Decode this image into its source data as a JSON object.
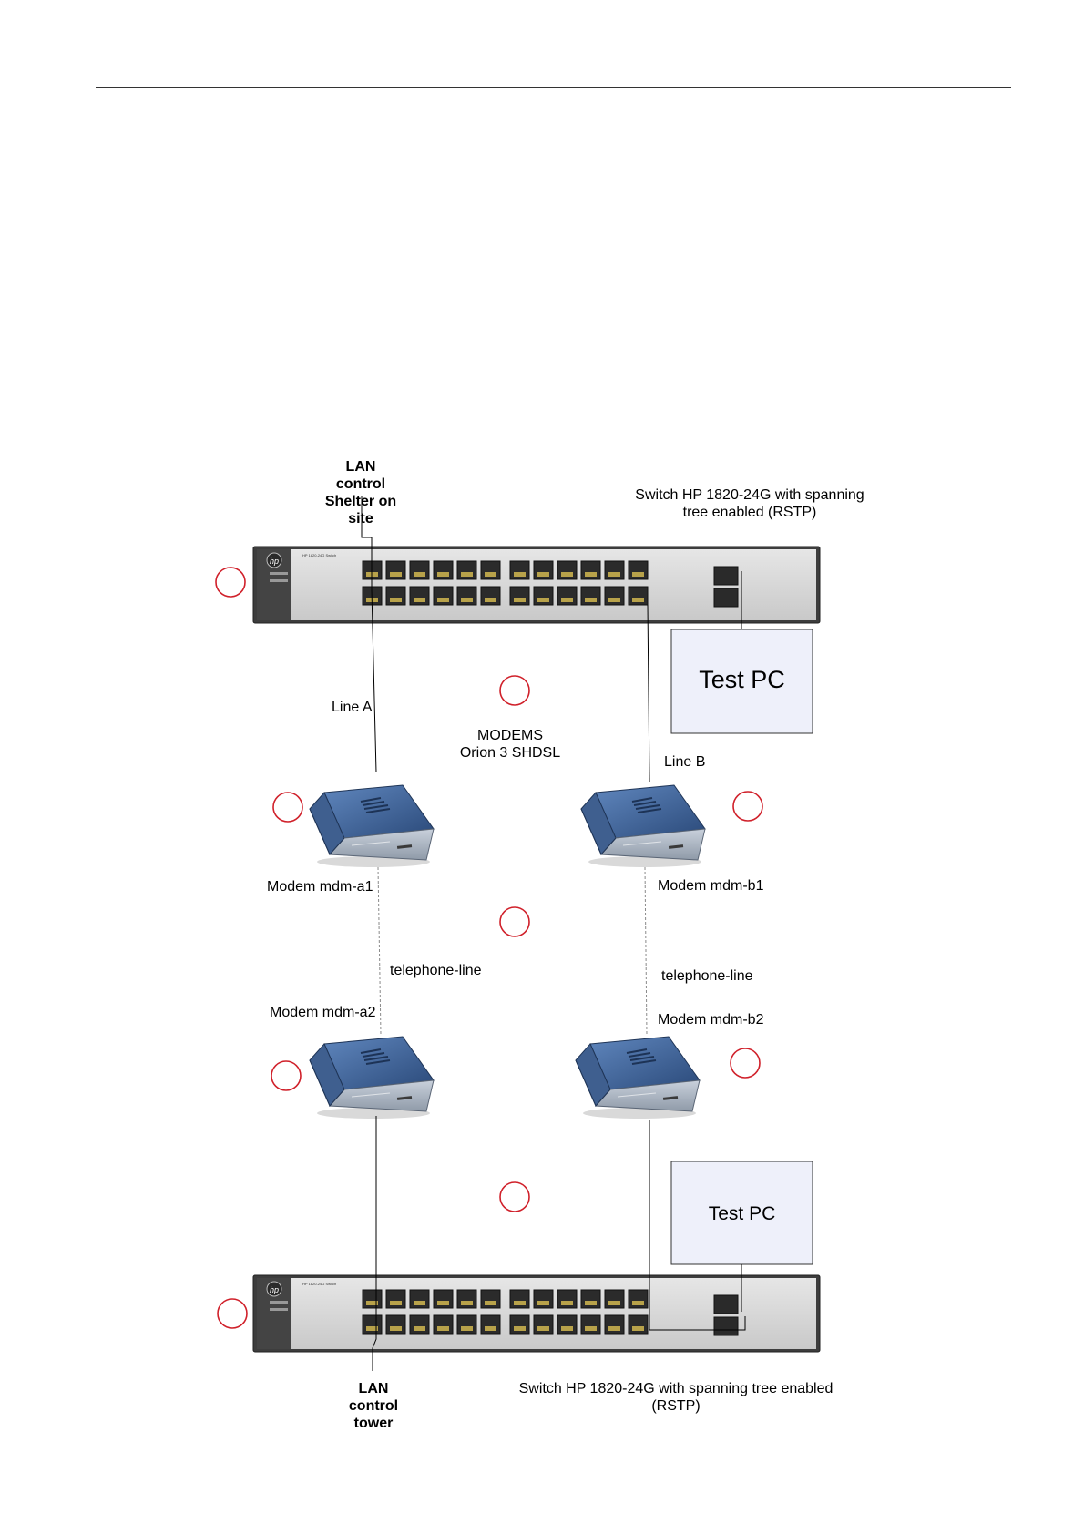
{
  "top_switch": {
    "label_line1": "Switch HP 1820-24G with spanning",
    "label_line2": "tree enabled (RSTP)",
    "brand": "hp",
    "model": "HP 1820-24G Switch"
  },
  "bottom_switch": {
    "label_line1": "Switch HP 1820-24G with spanning tree enabled",
    "label_line2": "(RSTP)",
    "brand": "hp",
    "model": "HP 1820-24G Switch"
  },
  "lan_top": {
    "line1": "LAN",
    "line2": "control",
    "line3": "Shelter on",
    "line4": "site"
  },
  "lan_bottom": {
    "line1": "LAN",
    "line2": "control",
    "line3": "tower"
  },
  "test_pc_top": "Test PC",
  "test_pc_bottom": "Test PC",
  "line_a": "Line A",
  "line_b": "Line B",
  "modems": {
    "line1": "MODEMS",
    "line2": "Orion 3 SHDSL"
  },
  "modem_a1": "Modem mdm-a1",
  "modem_b1": "Modem mdm-b1",
  "modem_a2": "Modem mdm-a2",
  "modem_b2": "Modem mdm-b2",
  "telephone_left": "telephone-line",
  "telephone_right": "telephone-line",
  "colors": {
    "marker": "#d0202a",
    "switch_body": "#4a4a4a",
    "pc_fill": "#eef0fa",
    "modem_blue": "#3a5c8e"
  }
}
